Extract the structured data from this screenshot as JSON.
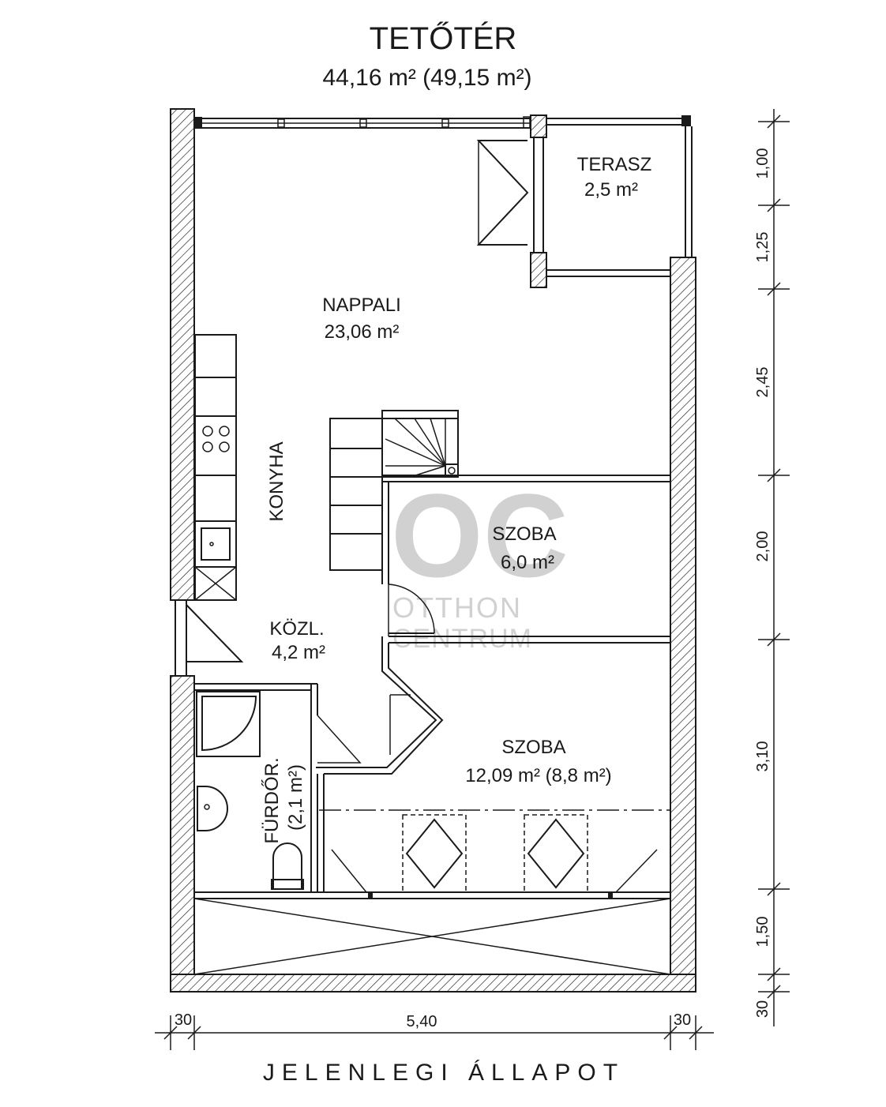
{
  "header": {
    "title": "TETŐTÉR",
    "area": "44,16 m²  (49,15 m²)"
  },
  "rooms": {
    "terasz": {
      "name": "TERASZ",
      "area": "2,5 m²"
    },
    "nappali": {
      "name": "NAPPALI",
      "area": "23,06 m²"
    },
    "konyha": {
      "name": "KONYHA"
    },
    "szoba_small": {
      "name": "SZOBA",
      "area": "6,0 m²"
    },
    "kozl": {
      "name": "KÖZL.",
      "area": "4,2 m²"
    },
    "furdo": {
      "name": "FÜRDŐR.",
      "area": "(2,1 m²)"
    },
    "szoba_large": {
      "name": "SZOBA",
      "area": "12,09 m² (8,8 m²)"
    }
  },
  "dimensions": {
    "right": [
      "1,00",
      "1,25",
      "2,45",
      "2,00",
      "3,10",
      "1,50",
      "30"
    ],
    "bottom_left": "30",
    "bottom_middle": "5,40",
    "bottom_right": "30"
  },
  "watermark": {
    "logo": "OC",
    "line1": "OTTHON",
    "line2": "CENTRUM"
  },
  "caption": "JELENLEGI ÁLLAPOT"
}
